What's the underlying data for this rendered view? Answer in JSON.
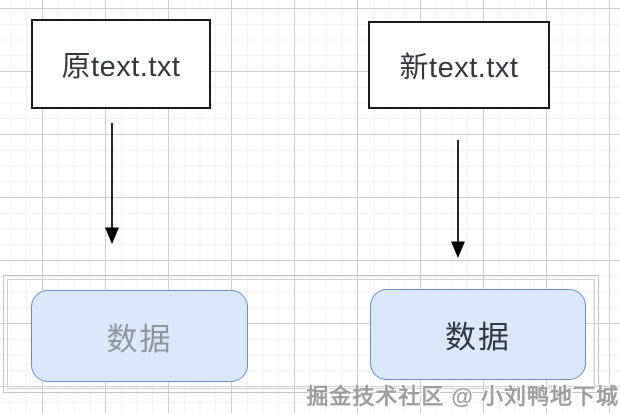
{
  "diagram": {
    "nodes": {
      "original_file": {
        "label": "原text.txt"
      },
      "new_file": {
        "label": "新text.txt"
      },
      "data_left": {
        "label": "数据"
      },
      "data_right": {
        "label": "数据"
      }
    },
    "edges": [
      {
        "name": "arrow-original-to-data",
        "from": "original_file",
        "to": "data_left",
        "style": "straight-down-filled-arrowhead"
      },
      {
        "name": "arrow-new-to-data",
        "from": "new_file",
        "to": "data_right",
        "style": "straight-down-filled-arrowhead"
      }
    ],
    "watermark": "掘金技术社区 @ 小刘鸭地下城",
    "colors": {
      "node_fill": "#ffffff",
      "node_border": "#1a1a1a",
      "data_fill": "#dae8fc",
      "data_border": "#6c8ebf",
      "muted_text": "#8f959b",
      "dark_text": "#333740",
      "arrow": "#000000",
      "grid_major": "#cdced2",
      "grid_minor": "#f0f0f3"
    }
  }
}
